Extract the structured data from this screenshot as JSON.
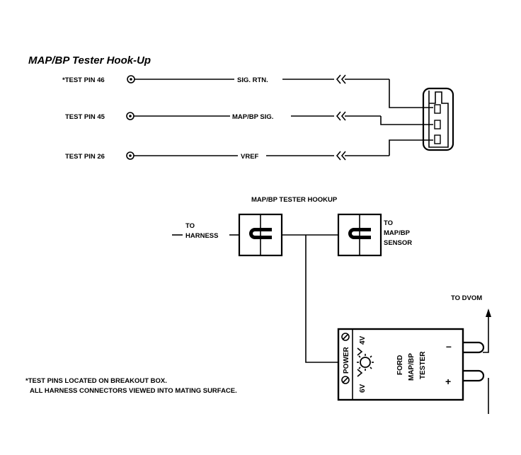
{
  "title": "MAP/BP Tester Hook-Up",
  "pins": [
    {
      "label": "*TEST PIN 46",
      "wire": "SIG. RTN."
    },
    {
      "label": "TEST PIN 45",
      "wire": "MAP/BP SIG."
    },
    {
      "label": "TEST PIN 26",
      "wire": "VREF"
    }
  ],
  "hookup_title": "MAP/BP TESTER HOOKUP",
  "harness_label": {
    "line1": "TO",
    "line2": "HARNESS"
  },
  "sensor_label": {
    "line1": "TO",
    "line2": "MAP/BP",
    "line3": "SENSOR"
  },
  "dvom_label": "TO DVOM",
  "tester": {
    "power": "POWER",
    "v6": "6V",
    "v4": "4V",
    "name1": "FORD",
    "name2": "MAP/BP",
    "name3": "TESTER",
    "minus": "–",
    "plus": "+"
  },
  "notes": {
    "line1": "*TEST PINS LOCATED ON BREAKOUT BOX.",
    "line2": "ALL HARNESS CONNECTORS VIEWED INTO MATING SURFACE."
  }
}
